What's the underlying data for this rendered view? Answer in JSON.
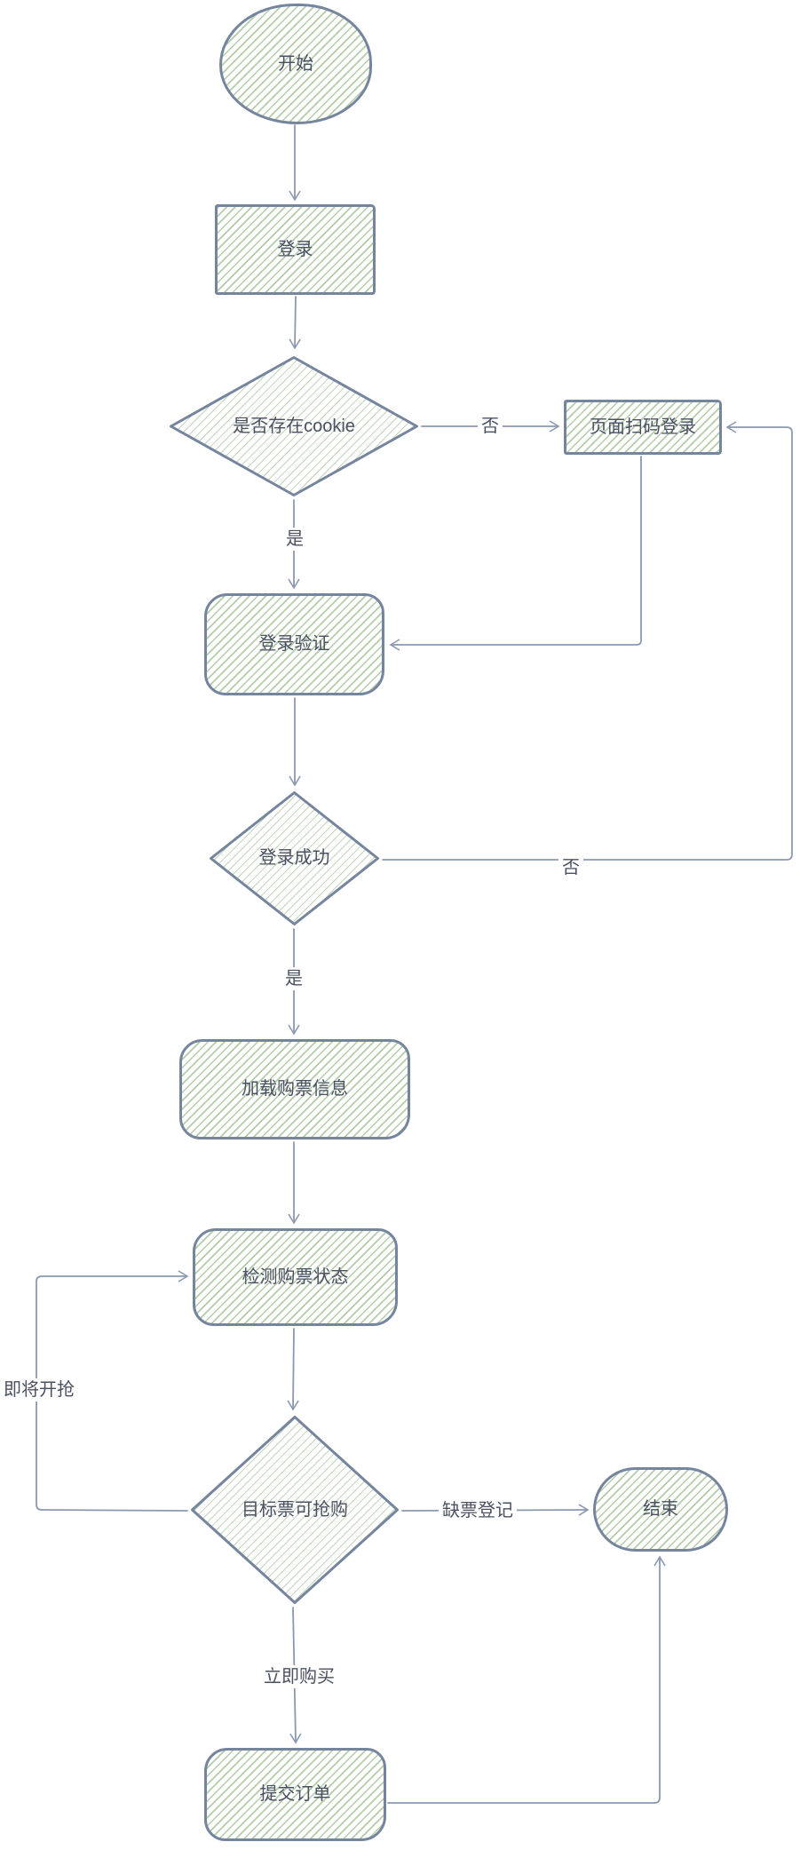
{
  "diagram": {
    "nodes": [
      {
        "id": "start",
        "type": "ellipse",
        "label": "开始"
      },
      {
        "id": "login",
        "type": "rect",
        "label": "登录"
      },
      {
        "id": "cookie-check",
        "type": "diamond",
        "label": "是否存在cookie"
      },
      {
        "id": "scan-login",
        "type": "rect",
        "label": "页面扫码登录"
      },
      {
        "id": "login-verify",
        "type": "rounded",
        "label": "登录验证"
      },
      {
        "id": "login-success",
        "type": "diamond",
        "label": "登录成功"
      },
      {
        "id": "load-ticket-info",
        "type": "rounded",
        "label": "加载购票信息"
      },
      {
        "id": "check-status",
        "type": "rounded",
        "label": "检测购票状态"
      },
      {
        "id": "target-available",
        "type": "diamond",
        "label": "目标票可抢购"
      },
      {
        "id": "end",
        "type": "stadium",
        "label": "结束"
      },
      {
        "id": "submit-order",
        "type": "rounded",
        "label": "提交订单"
      }
    ],
    "edge_labels": [
      {
        "id": "cookie-no",
        "text": "否"
      },
      {
        "id": "cookie-yes",
        "text": "是"
      },
      {
        "id": "success-no",
        "text": "否"
      },
      {
        "id": "success-yes",
        "text": "是"
      },
      {
        "id": "upcoming-sale",
        "text": "即将开抢"
      },
      {
        "id": "no-ticket-register",
        "text": "缺票登记"
      },
      {
        "id": "buy-now",
        "text": "立即购买"
      }
    ],
    "colors": {
      "shape_stroke": "#76859e",
      "hatch_fill": "#b3cda9",
      "connector": "#8b99b0",
      "text": "#4a5161",
      "background": "#ffffff"
    }
  }
}
